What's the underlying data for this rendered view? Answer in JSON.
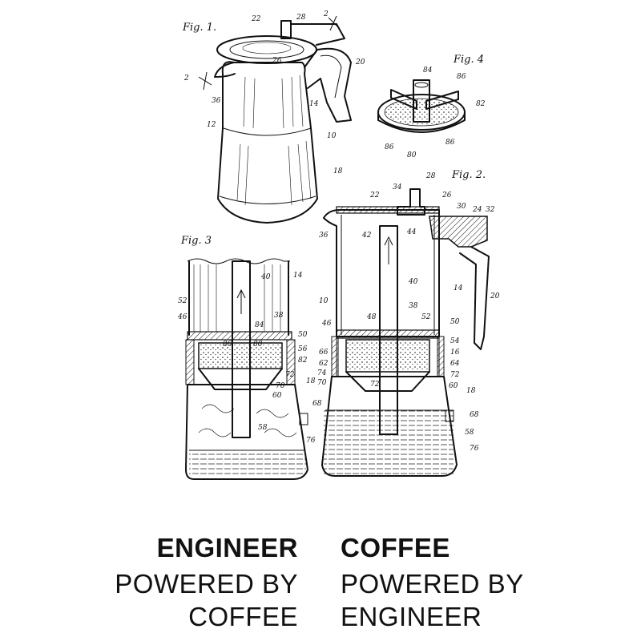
{
  "figures": {
    "fig1": "Fig. 1.",
    "fig2": "Fig. 2.",
    "fig3": "Fig. 3",
    "fig4": "Fig. 4"
  },
  "callouts": {
    "fig1": [
      "22",
      "28",
      "2",
      "26",
      "20",
      "2",
      "36",
      "14",
      "12",
      "10",
      "18"
    ],
    "fig4": [
      "84",
      "86",
      "82",
      "86",
      "80",
      "86"
    ],
    "fig2": [
      "28",
      "34",
      "26",
      "30",
      "24",
      "32",
      "22",
      "36",
      "42",
      "44",
      "40",
      "14",
      "20",
      "10",
      "38",
      "52",
      "46",
      "48",
      "50",
      "54",
      "66",
      "62",
      "16",
      "74",
      "64",
      "70",
      "72",
      "72",
      "60",
      "18",
      "68",
      "58",
      "76"
    ],
    "fig3": [
      "40",
      "14",
      "52",
      "38",
      "46",
      "84",
      "50",
      "86",
      "80",
      "56",
      "82",
      "72",
      "70",
      "60",
      "18",
      "68",
      "58",
      "76"
    ]
  },
  "captions": {
    "left_heading": "ENGINEER",
    "left_line1": "POWERED BY",
    "left_line2": "COFFEE",
    "right_heading": "COFFEE",
    "right_line1": "POWERED BY",
    "right_line2": "ENGINEER"
  }
}
